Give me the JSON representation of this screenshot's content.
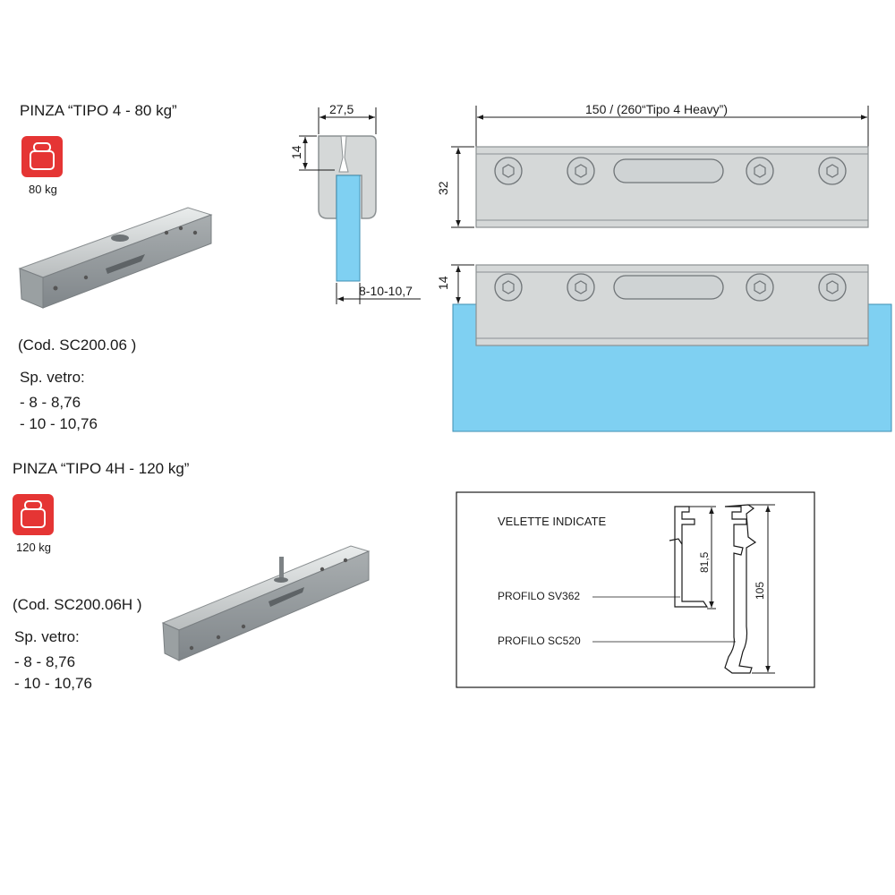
{
  "clamp1": {
    "title": "PINZA “TIPO 4 - 80 kg”",
    "weight": "80 kg",
    "code": "(Cod. SC200.06 )",
    "glass_label": "Sp. vetro:",
    "glass_options": [
      "- 8 - 8,76",
      "- 10 - 10,76"
    ]
  },
  "clamp2": {
    "title": "PINZA “TIPO 4H - 120 kg”",
    "weight": "120 kg",
    "code": "(Cod. SC200.06H )",
    "glass_label": "Sp. vetro:",
    "glass_options": [
      "- 8 - 8,76",
      "- 10 - 10,76"
    ]
  },
  "section_view": {
    "width": "27,5",
    "depth": "14",
    "glass_thickness": "8-10-10,7"
  },
  "front_view": {
    "length": "150 / (260“Tipo 4 Heavy”)",
    "height": "32",
    "insertion": "14"
  },
  "profiles": {
    "heading": "VELETTE INDICATE",
    "profile_sv": "PROFILO SV362",
    "profile_sc": "PROFILO SC520",
    "height_sv": "81,5",
    "height_sc": "105"
  },
  "colors": {
    "badge": "#e53534",
    "glass": "#7fd0f2",
    "metal": "#d5d8d8",
    "metal_dark": "#8c9193"
  }
}
